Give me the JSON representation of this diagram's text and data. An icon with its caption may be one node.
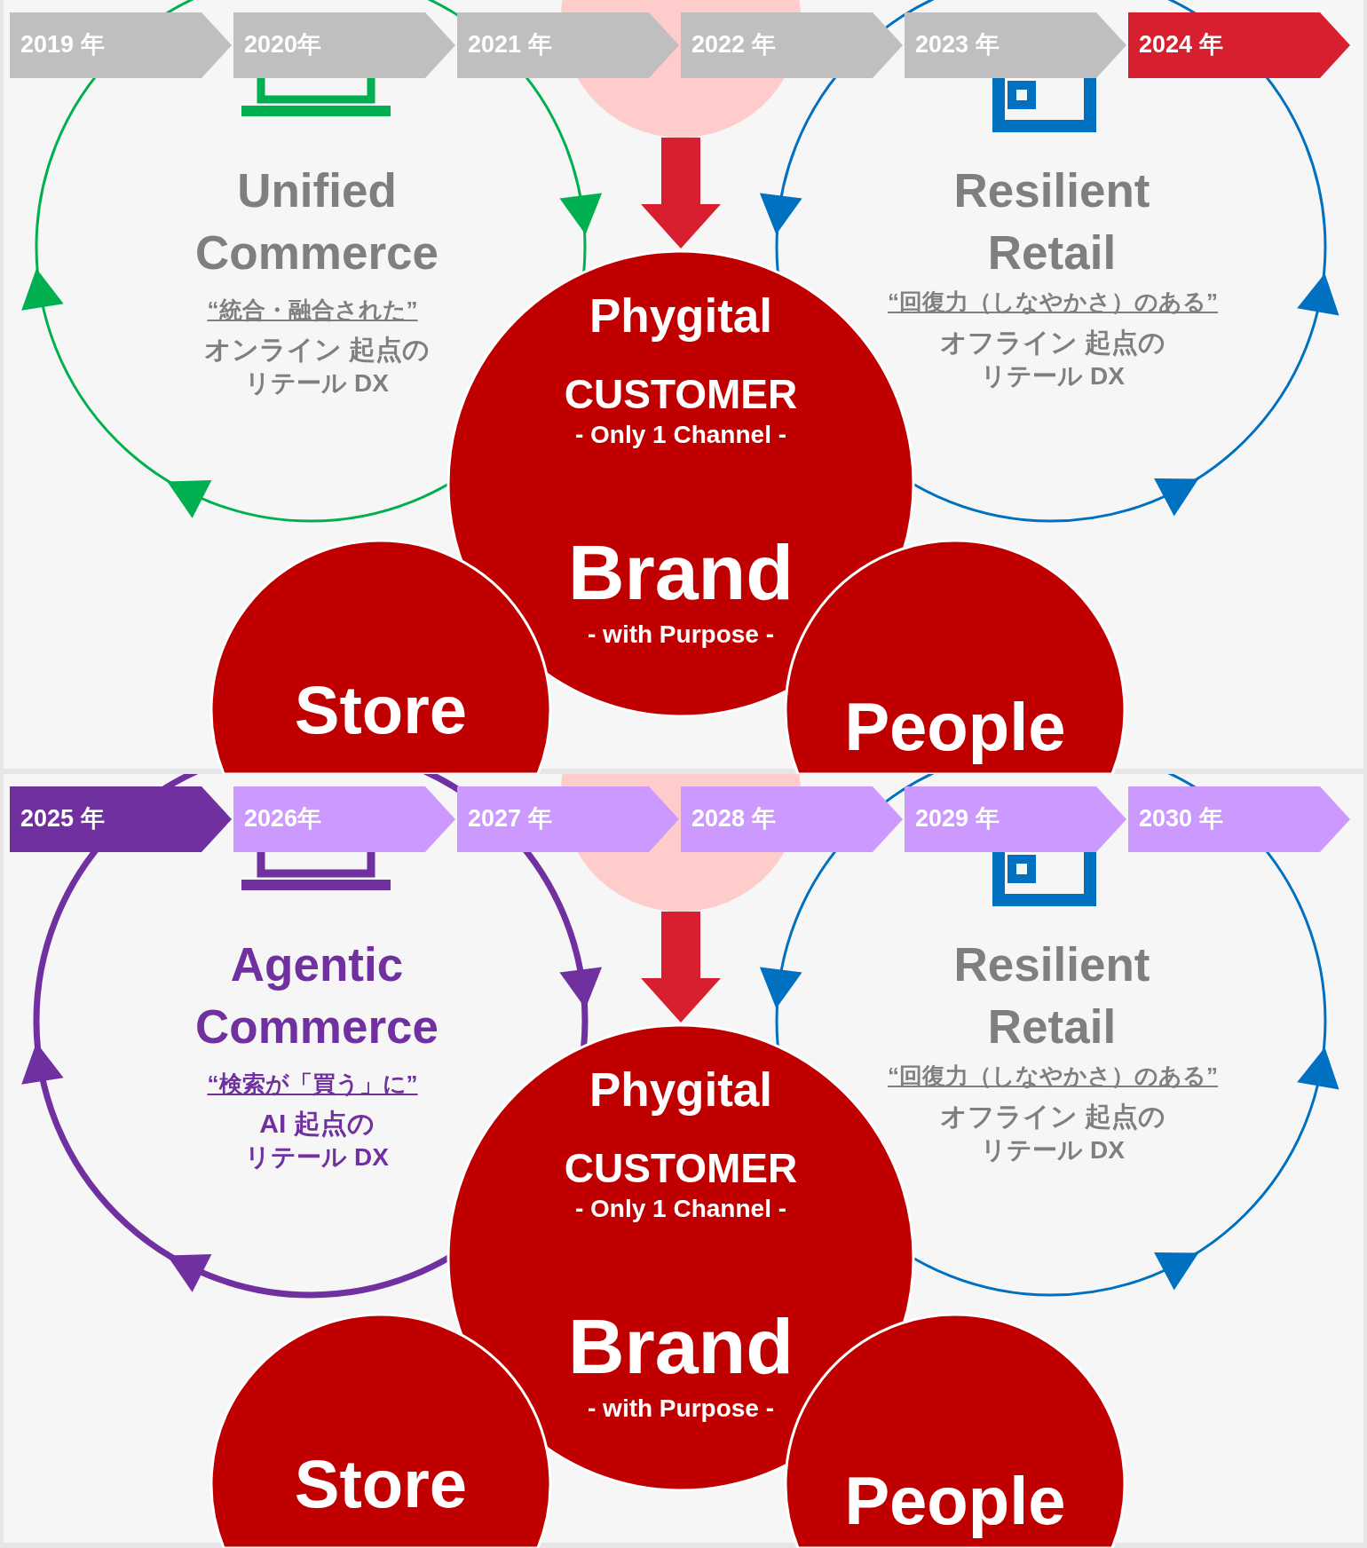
{
  "diagram": {
    "nodes": [
      {
        "text": [
          "2019 年"
        ]
      },
      {
        "text": [
          "2020年"
        ]
      },
      {
        "text": [
          "2021 年"
        ]
      },
      {
        "text": [
          "2022 年"
        ]
      },
      {
        "text": [
          "2023 年"
        ]
      },
      {
        "text": [
          "2024 年"
        ]
      },
      {
        "text": [],
        "shape": "circle"
      },
      {
        "text": [
          "Phygital",
          "CUSTOMER",
          "- Only 1 Channel -",
          "Brand",
          "- with Purpose -"
        ]
      },
      {
        "text": [
          "Store"
        ]
      },
      {
        "text": [
          "People"
        ]
      },
      {
        "text": [
          "2025 年"
        ]
      },
      {
        "text": [
          "2026年"
        ]
      },
      {
        "text": [
          "2027 年"
        ]
      },
      {
        "text": [
          "2028 年"
        ]
      },
      {
        "text": [
          "2029 年"
        ]
      },
      {
        "text": [
          "2030 年"
        ]
      },
      {
        "text": [],
        "shape": "circle"
      },
      {
        "text": [
          "Phygital",
          "CUSTOMER",
          "- Only 1 Channel -",
          "Brand",
          "- with Purpose -"
        ]
      },
      {
        "text": [
          "Store"
        ]
      },
      {
        "text": [
          "People"
        ]
      }
    ],
    "edges": [
      {
        "from": 6,
        "to": 7,
        "arrow": "to"
      },
      {
        "from": 16,
        "to": 17,
        "arrow": "to"
      }
    ],
    "labels": [
      "Unified Commerce",
      "“統合・融合された”",
      "オンライン 起点の",
      "リテール DX",
      "Resilient Retail",
      "“回復力（しなやかさ）のある”",
      "オフライン 起点の",
      "リテール DX",
      "Agentic Commerce",
      "“検索が「買う」に”",
      "AI 起点の",
      "リテール DX",
      "Resilient Retail",
      "“回復力（しなやかさ）のある”",
      "オフライン 起点の",
      "リテール DX"
    ]
  }
}
